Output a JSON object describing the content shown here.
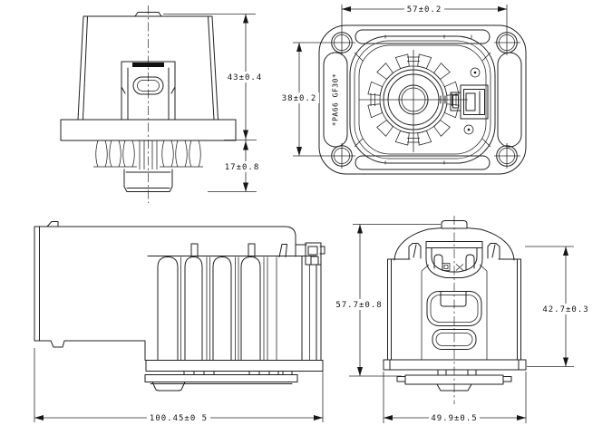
{
  "drawing": {
    "type": "engineering-multiview-drawing",
    "part": "motor-assembly",
    "colors": {
      "background": "#ffffff",
      "line_color": "#1f1f1f"
    },
    "views": {
      "upper_front": {
        "dim_upper_height": "43±0.4",
        "dim_lower_height": "17±0.8"
      },
      "top": {
        "dim_width": "57±0.2",
        "dim_depth": "38±0.2",
        "material_label": "*PA66 GF30*"
      },
      "side": {
        "dim_length": "100.45±0 5"
      },
      "front": {
        "dim_total_height": "57.7±0.8",
        "dim_body_height": "42.7±0.3",
        "dim_width": "49.9±0.5"
      }
    }
  }
}
